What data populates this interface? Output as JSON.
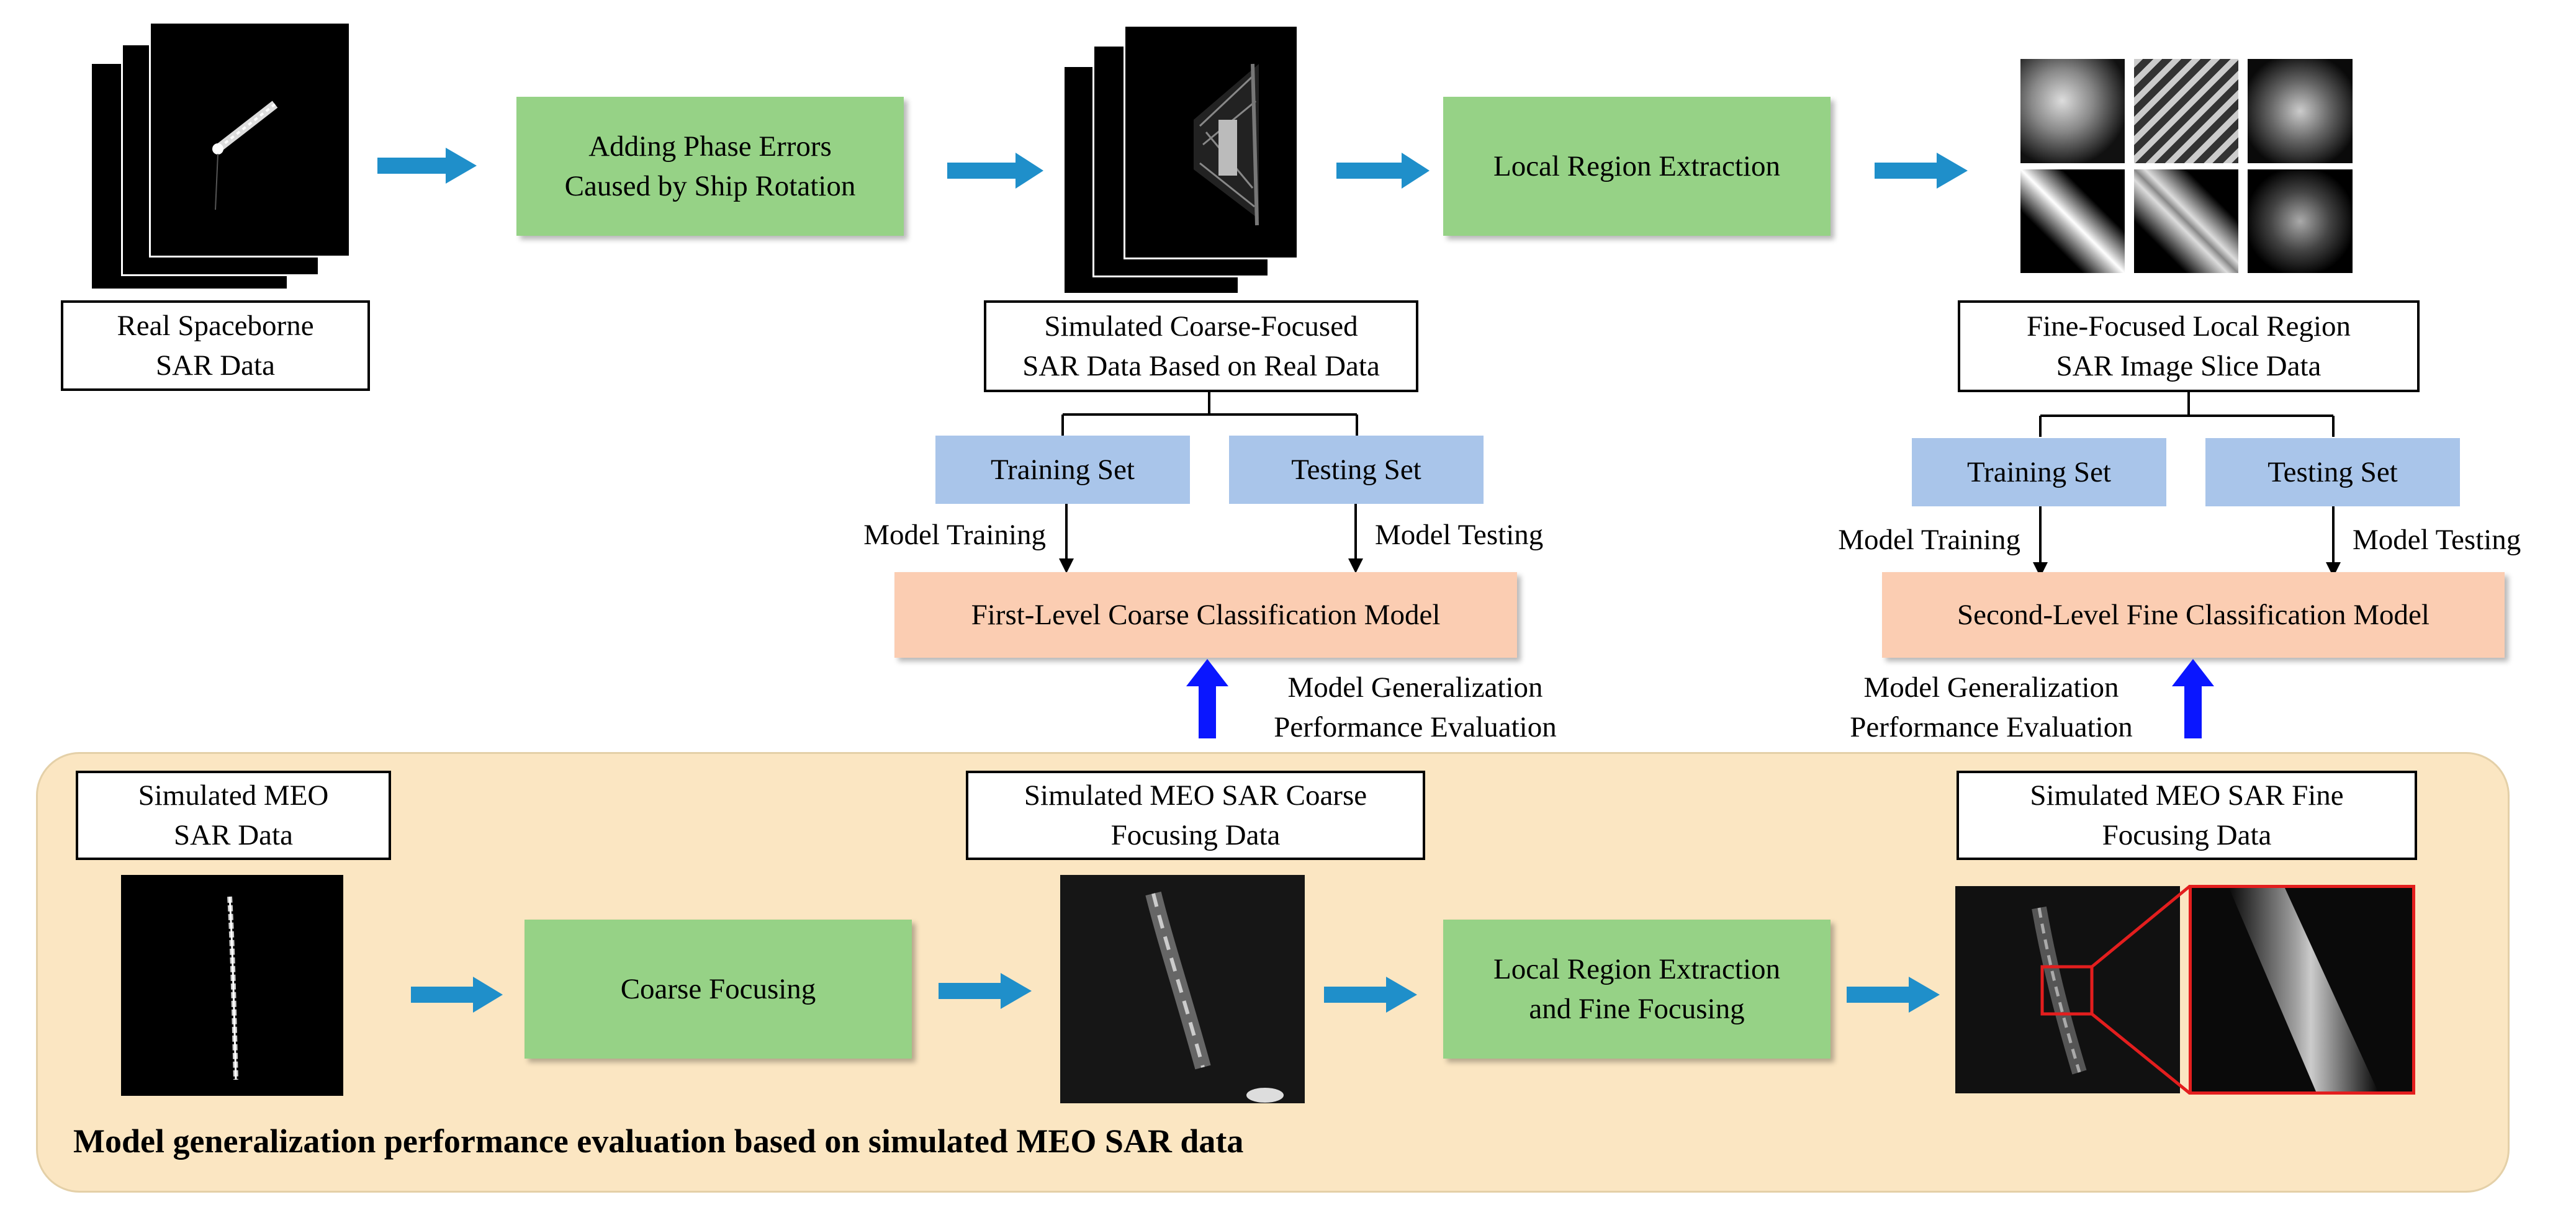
{
  "top": {
    "real_data_label": "Real Spaceborne\nSAR Data",
    "phase_error_step": "Adding Phase Errors\nCaused by Ship Rotation",
    "coarse_data_label": "Simulated Coarse-Focused\nSAR Data Based on Real Data",
    "local_extraction_step": "Local Region Extraction",
    "fine_data_label": "Fine-Focused Local Region\nSAR Image Slice Data",
    "left_branch": {
      "training_set": "Training Set",
      "testing_set": "Testing Set",
      "model_training": "Model Training",
      "model_testing": "Model Testing",
      "model": "First-Level Coarse Classification Model"
    },
    "right_branch": {
      "training_set": "Training Set",
      "testing_set": "Testing Set",
      "model_training": "Model Training",
      "model_testing": "Model Testing",
      "model": "Second-Level Fine Classification Model"
    },
    "generalization_left": "Model Generalization\nPerformance Evaluation",
    "generalization_right": "Model Generalization\nPerformance Evaluation"
  },
  "bottom": {
    "meo_data_label": "Simulated MEO\nSAR Data",
    "coarse_focusing_step": "Coarse Focusing",
    "meo_coarse_label": "Simulated MEO SAR Coarse\nFocusing Data",
    "fine_focusing_step": "Local Region Extraction\nand Fine Focusing",
    "meo_fine_label": "Simulated MEO SAR Fine\nFocusing Data",
    "panel_title": "Model generalization performance evaluation based on simulated MEO SAR data"
  },
  "colors": {
    "process_box": "#96d286",
    "dataset_box": "#a9c5ea",
    "model_box": "#fbcdb2",
    "panel_background": "#fbe6c2",
    "flow_arrow": "#1f8fca",
    "evaluation_arrow": "#0a16ff",
    "zoom_highlight": "#e31e1e"
  }
}
